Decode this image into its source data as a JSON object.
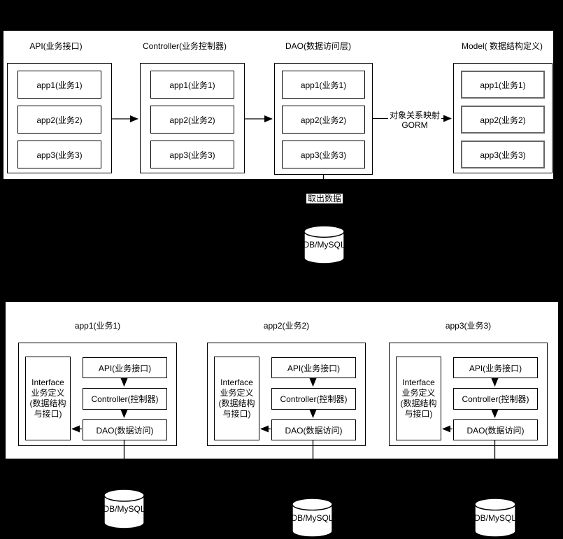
{
  "top_panel": {
    "columns": [
      {
        "title": "API(业务接口)",
        "apps": [
          "app1(业务1)",
          "app2(业务2)",
          "app3(业务3)"
        ]
      },
      {
        "title": "Controller(业务控制器)",
        "apps": [
          "app1(业务1)",
          "app2(业务2)",
          "app3(业务3)"
        ]
      },
      {
        "title": "DAO(数据访问层)",
        "apps": [
          "app1(业务1)",
          "app2(业务2)",
          "app3(业务3)"
        ]
      },
      {
        "title": "Model( 数据结构定义)",
        "apps": [
          "app1(业务1)",
          "app2(业务2)",
          "app3(业务3)"
        ]
      }
    ],
    "orm_label_line1": "对象关系映射",
    "orm_label_line2": "GORM"
  },
  "middle": {
    "fetch_data_label": "取出数据",
    "database_label": "DB/MySQL"
  },
  "bottom_panel": {
    "groups": [
      {
        "title": "app1(业务1)",
        "interface_label": "Interface\n业务定义\n(数据结构\n与接口)",
        "chain": [
          "API(业务接口)",
          "Controller(控制器)",
          "DAO(数据访问)"
        ],
        "database_label": "DB/MySQL"
      },
      {
        "title": "app2(业务2)",
        "interface_label": "Interface\n业务定义\n(数据结构\n与接口)",
        "chain": [
          "API(业务接口)",
          "Controller(控制器)",
          "DAO(数据访问)"
        ],
        "database_label": "DB/MySQL"
      },
      {
        "title": "app3(业务3)",
        "interface_label": "Interface\n业务定义\n(数据结构\n与接口)",
        "chain": [
          "API(业务接口)",
          "Controller(控制器)",
          "DAO(数据访问)"
        ],
        "database_label": "DB/MySQL"
      }
    ]
  },
  "colors": {
    "background": "#000000",
    "panel": "#ffffff",
    "stroke": "#000000",
    "model_box_stroke": "#666666"
  }
}
